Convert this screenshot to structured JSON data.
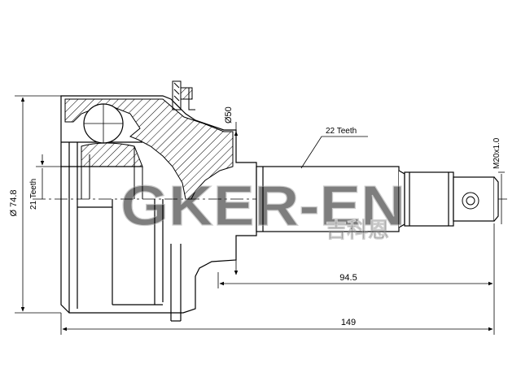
{
  "drawing": {
    "dimensions": {
      "overall_diameter": "Ø 74.8",
      "inner_teeth": "21 Teeth",
      "neck_diameter": "Ø50",
      "outer_teeth": "22 Teeth",
      "thread": "M20x1.0",
      "shaft_length": "94.5",
      "total_length": "149"
    },
    "watermark": {
      "brand": "GKER-EN",
      "chinese": "吉科恩"
    }
  }
}
